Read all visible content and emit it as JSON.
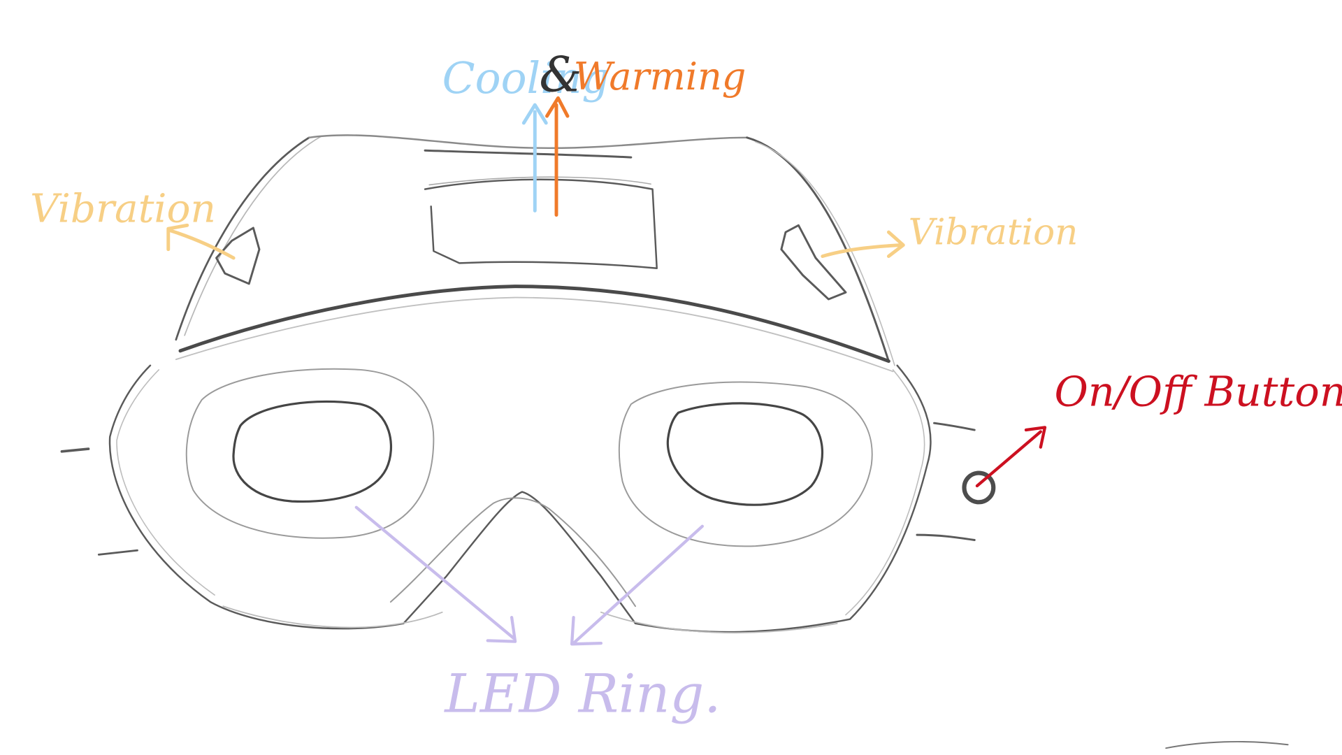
{
  "labels": {
    "cooling": "Cooling",
    "ampersand": "&",
    "warming": "Warming",
    "vibration_left": "Vibration",
    "vibration_right": "Vibration",
    "power_button": "On/Off Button",
    "led_ring": "LED Ring."
  },
  "colors": {
    "outline": "#555555",
    "outline_light": "#b5b5b5",
    "cooling": "#9fd3f5",
    "warming": "#f07a2a",
    "vibration": "#f7cf85",
    "power": "#cc1020",
    "led": "#c8bcec"
  }
}
